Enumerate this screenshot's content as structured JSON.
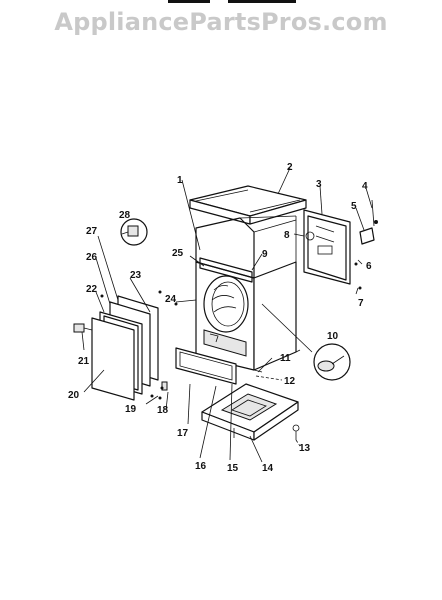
{
  "watermark": "AppliancePartsPros.com",
  "diagram": {
    "labels": {
      "p1": "1",
      "p2": "2",
      "p3": "3",
      "p4": "4",
      "p5": "5",
      "p6": "6",
      "p7": "7",
      "p8": "8",
      "p9": "9",
      "p10": "10",
      "p11": "11",
      "p12": "12",
      "p13": "13",
      "p14": "14",
      "p15": "15",
      "p16": "16",
      "p17": "17",
      "p18": "18",
      "p19": "19",
      "p20": "20",
      "p21": "21",
      "p22": "22",
      "p23": "23",
      "p24": "24",
      "p25": "25",
      "p26": "26",
      "p27": "27",
      "p28": "28"
    }
  }
}
